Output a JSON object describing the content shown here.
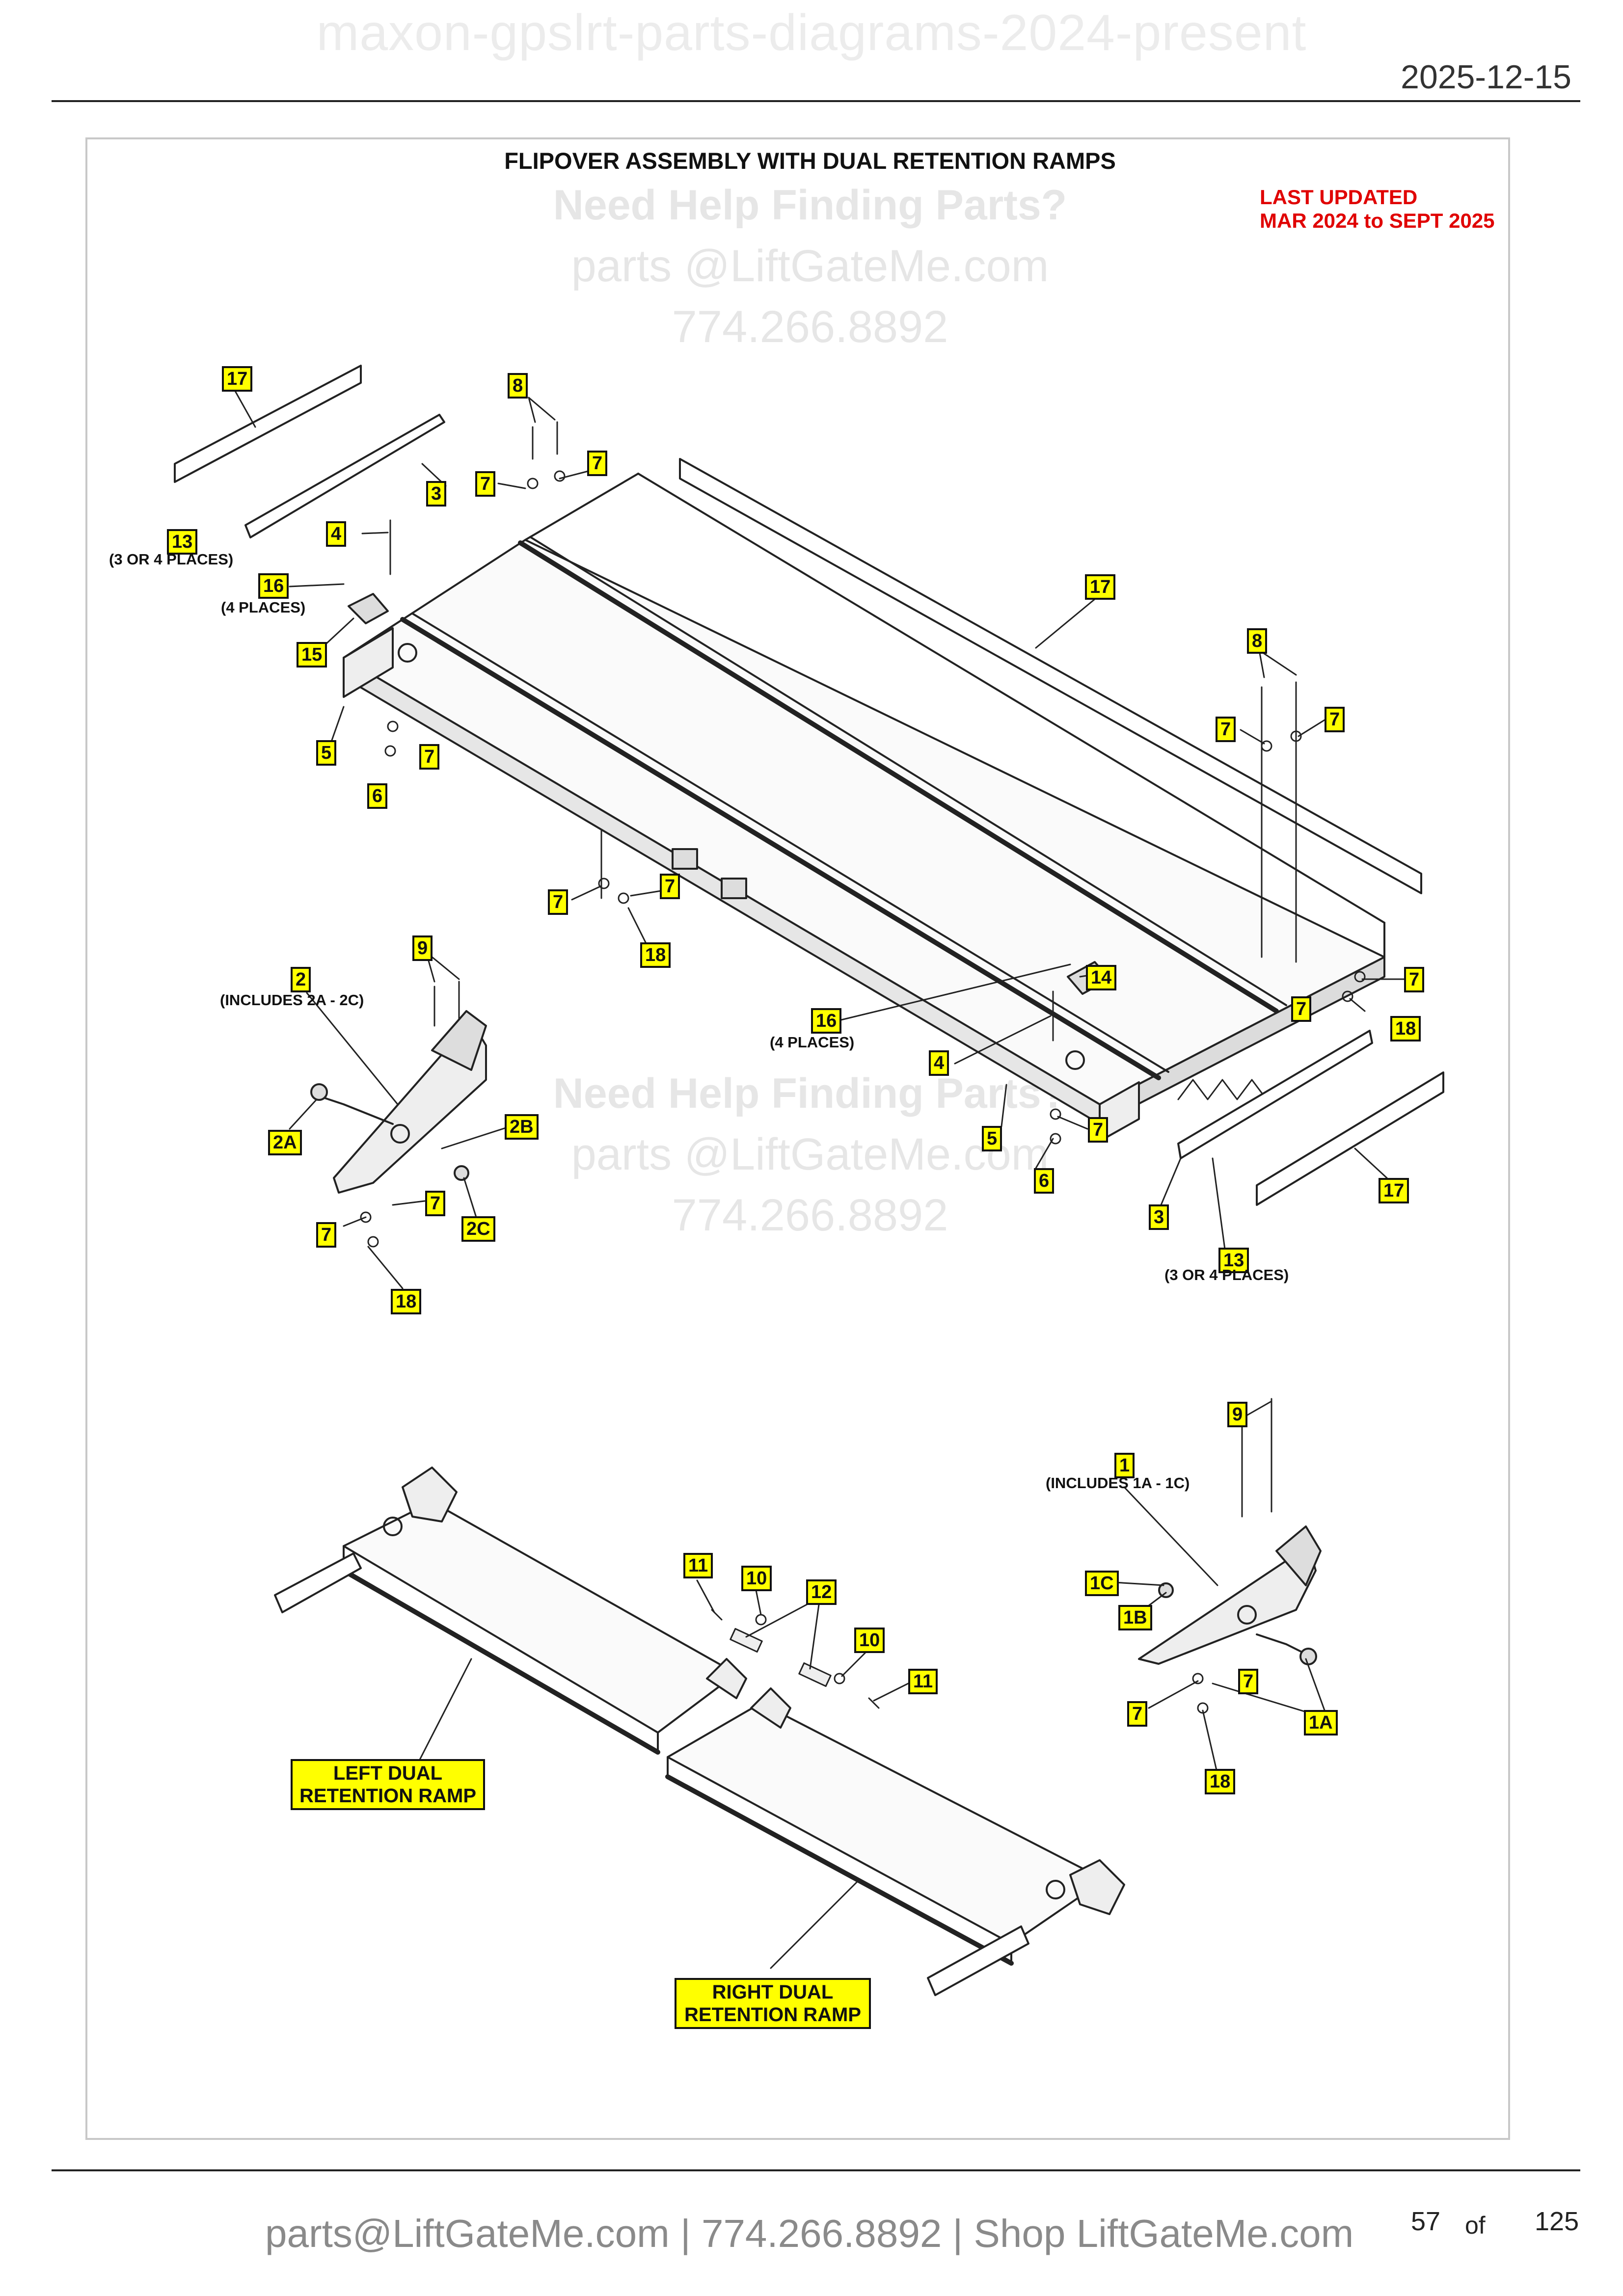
{
  "header": {
    "watermark": "maxon-gpslrt-parts-diagrams-2024-present",
    "date": "2025-12-15"
  },
  "diagram": {
    "title": "FLIPOVER ASSEMBLY WITH DUAL RETENTION RAMPS",
    "updated_line1": "LAST UPDATED",
    "updated_line2": "MAR 2024 to SEPT 2025",
    "watermark": {
      "line1": "Need Help Finding Parts?",
      "line2": "parts @LiftGateMe.com",
      "line3": "774.266.8892"
    },
    "callouts": [
      "17",
      "13",
      "3",
      "4",
      "16",
      "15",
      "5",
      "6",
      "7",
      "8",
      "7",
      "7",
      "17",
      "8",
      "7",
      "7",
      "7",
      "7",
      "18",
      "14",
      "16",
      "4",
      "5",
      "7",
      "6",
      "7",
      "7",
      "18",
      "3",
      "17",
      "13",
      "2",
      "2A",
      "2B",
      "2C",
      "7",
      "7",
      "18",
      "9",
      "9",
      "1",
      "1C",
      "1B",
      "7",
      "7",
      "18",
      "1A",
      "11",
      "10",
      "12",
      "10",
      "11"
    ],
    "notes": {
      "places_3_or_4": "(3 OR 4 PLACES)",
      "places_4": "(4 PLACES)",
      "includes_2": "(INCLUDES 2A - 2C)",
      "includes_1": "(INCLUDES 1A - 1C)"
    },
    "ramp_labels": {
      "left_line1": "LEFT DUAL",
      "left_line2": "RETENTION RAMP",
      "right_line1": "RIGHT DUAL",
      "right_line2": "RETENTION RAMP"
    }
  },
  "footer": {
    "contact": "parts@LiftGateMe.com | 774.266.8892 | Shop LiftGateMe.com",
    "page_current": "57",
    "page_of": "of",
    "page_total": "125"
  }
}
